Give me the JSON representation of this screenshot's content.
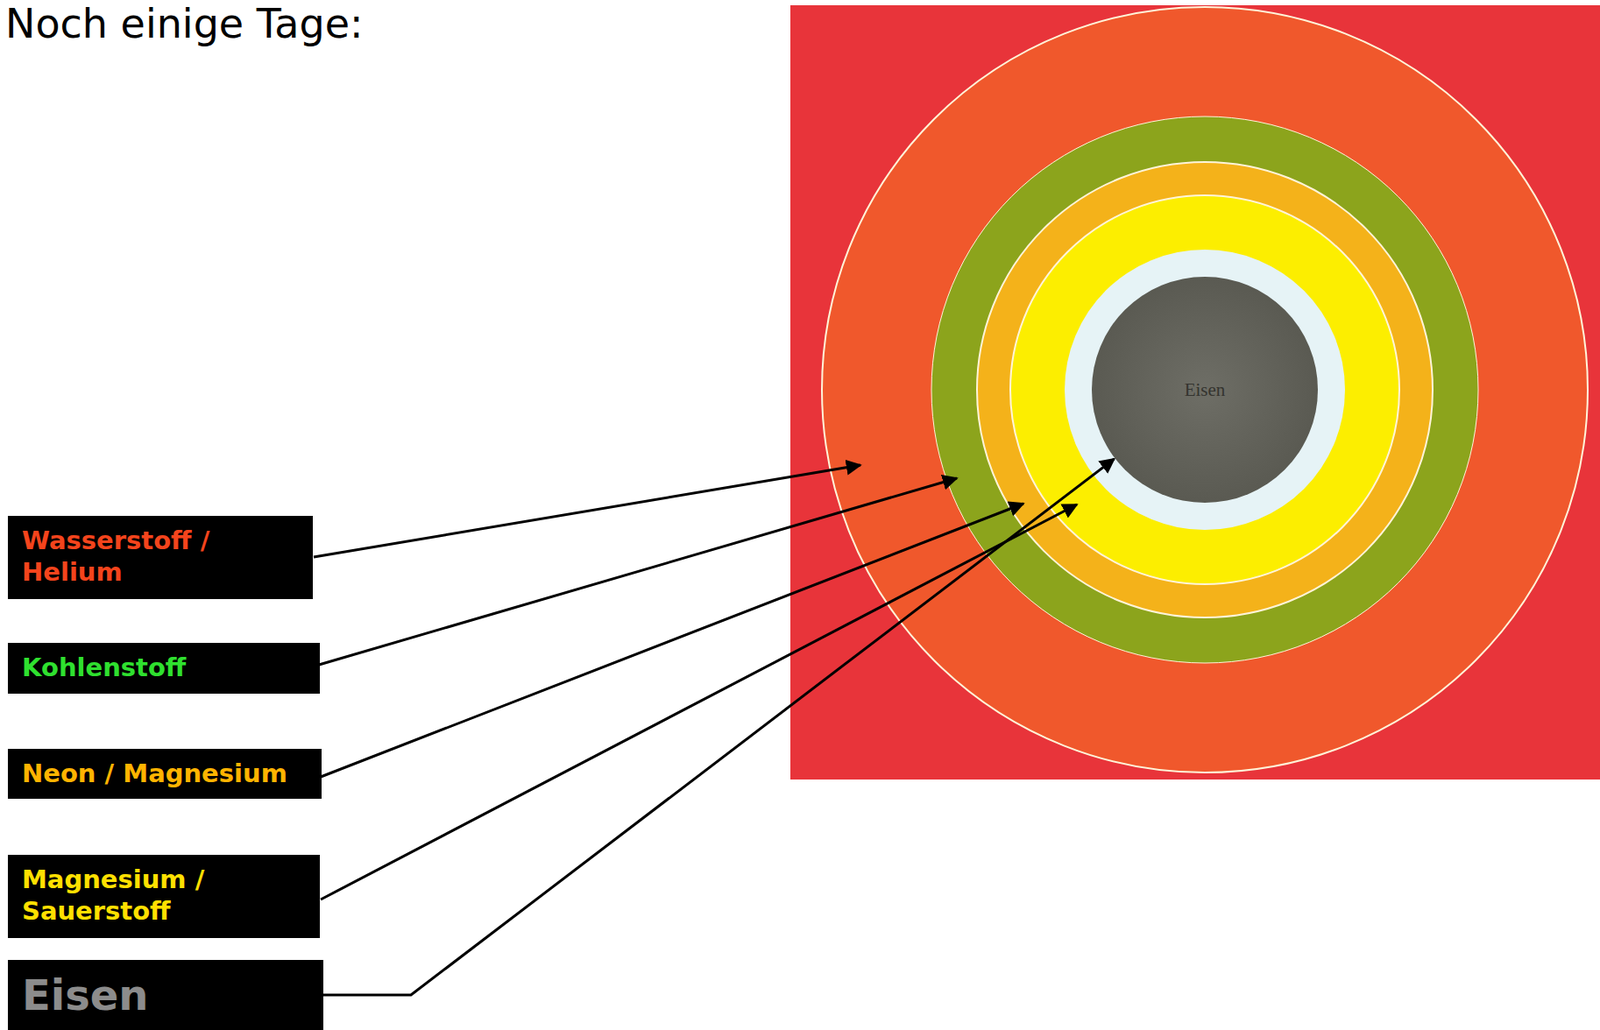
{
  "diagram": {
    "title": "Noch einige Tage:",
    "nodes": [
      {
        "text": [
          "Wasserstoff / Helium"
        ]
      },
      {
        "text": [
          "Kohlenstoff"
        ]
      },
      {
        "text": [
          "Neon / Magnesium"
        ]
      },
      {
        "text": [
          "Magnesium / Sauerstoff"
        ]
      },
      {
        "text": [
          "Eisen"
        ]
      },
      {
        "text": [
          "Eisen"
        ]
      }
    ],
    "edges": [
      {
        "from": 4,
        "to": 5,
        "arrow": "to"
      }
    ]
  }
}
